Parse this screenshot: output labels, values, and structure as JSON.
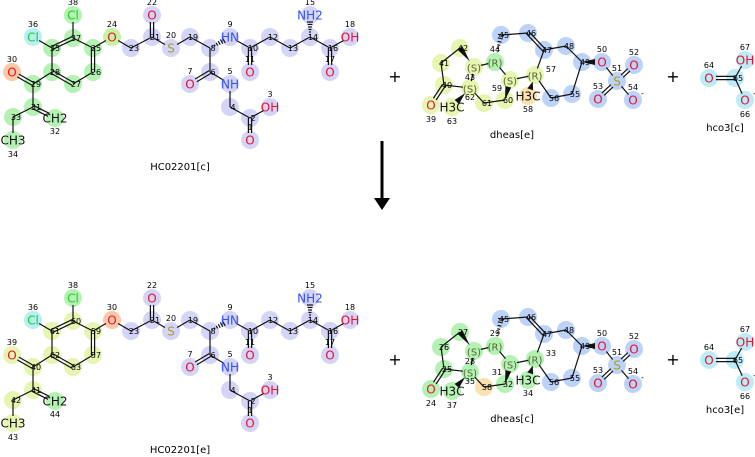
{
  "palette": {
    "g": "#b4f2b4",
    "g2": "#c6f2a4",
    "y": "#e6f5b0",
    "c": "#b8eef8",
    "o": "#fbc8a8",
    "or": "#fbe0b0",
    "l": "#d4d4f8",
    "b": "#bcd2f8",
    "h": "#bdecf8"
  },
  "reaction": {
    "plus": "+",
    "reactants": [
      {
        "name": "HC02201[c]",
        "atoms": [
          [
            "38",
            "Cl",
            "g"
          ],
          [
            "37",
            "",
            "g"
          ],
          [
            "36",
            "Cl",
            "c"
          ],
          [
            "35",
            "",
            "g"
          ],
          [
            "25",
            "",
            "g"
          ],
          [
            "24",
            "O",
            "g2"
          ],
          [
            "28",
            "",
            "g"
          ],
          [
            "26",
            "",
            "g"
          ],
          [
            "27",
            "",
            "g"
          ],
          [
            "29",
            "",
            "g"
          ],
          [
            "30",
            "O",
            "o"
          ],
          [
            "31",
            "",
            "g"
          ],
          [
            "32",
            "CH2",
            "g"
          ],
          [
            "33",
            "",
            "g"
          ],
          [
            "34",
            "CH3",
            "g"
          ],
          [
            "23",
            "",
            "l"
          ],
          [
            "21",
            "",
            "l"
          ],
          [
            "22",
            "O",
            "l"
          ],
          [
            "20",
            "S",
            "l"
          ],
          [
            "19",
            "",
            "l"
          ],
          [
            "8",
            "",
            "l"
          ],
          [
            "9",
            "HN",
            "l"
          ],
          [
            "6",
            "",
            "l"
          ],
          [
            "7",
            "O",
            "l"
          ],
          [
            "5",
            "NH",
            "l"
          ],
          [
            "4",
            "",
            "l"
          ],
          [
            "2",
            "",
            "l"
          ],
          [
            "3",
            "OH",
            "l"
          ],
          [
            "1",
            "O",
            "l"
          ],
          [
            "10",
            "",
            "l"
          ],
          [
            "11",
            "O",
            "l"
          ],
          [
            "12",
            "",
            "l"
          ],
          [
            "13",
            "",
            "l"
          ],
          [
            "14",
            "",
            "l"
          ],
          [
            "15",
            "NH2",
            "l"
          ],
          [
            "16",
            "",
            "l"
          ],
          [
            "17",
            "O",
            "l"
          ],
          [
            "18",
            "OH",
            "l"
          ]
        ]
      },
      {
        "name": "dheas[e]",
        "atoms": [
          [
            "42",
            "",
            "y"
          ],
          [
            "41",
            "",
            "y"
          ],
          [
            "40",
            "",
            "y"
          ],
          [
            "39",
            "O",
            "y"
          ],
          [
            "43",
            "(S)",
            "y"
          ],
          [
            "62",
            "(S)",
            "y"
          ],
          [
            "63",
            "H3C",
            "y"
          ],
          [
            "61",
            "",
            "y"
          ],
          [
            "60",
            "",
            "y"
          ],
          [
            "59",
            "(S)",
            "y"
          ],
          [
            "44",
            "(R)",
            "g"
          ],
          [
            "45",
            "",
            "b"
          ],
          [
            "46",
            "",
            "b"
          ],
          [
            "47",
            "",
            "b"
          ],
          [
            "57",
            "(R)",
            "y"
          ],
          [
            "58",
            "H3C",
            "or"
          ],
          [
            "56",
            "",
            "b"
          ],
          [
            "55",
            "",
            "b"
          ],
          [
            "48",
            "",
            "b"
          ],
          [
            "49",
            "",
            "b"
          ],
          [
            "50",
            "O",
            "b"
          ],
          [
            "51",
            "S",
            "b"
          ],
          [
            "52",
            "O",
            "b"
          ],
          [
            "53",
            "O",
            "b"
          ],
          [
            "54",
            "O",
            "b",
            "-"
          ]
        ]
      },
      {
        "name": "hco3[c]",
        "atoms": [
          [
            "64",
            "O",
            "h"
          ],
          [
            "65",
            "",
            "h"
          ],
          [
            "67",
            "OH",
            "h"
          ],
          [
            "66",
            "O",
            "h",
            "-"
          ]
        ]
      }
    ],
    "products": [
      {
        "name": "HC02201[e]",
        "atoms": [
          [
            "38",
            "Cl",
            "g"
          ],
          [
            "60",
            "",
            "y"
          ],
          [
            "36",
            "Cl",
            "c"
          ],
          [
            "61",
            "",
            "y"
          ],
          [
            "59",
            "",
            "y"
          ],
          [
            "30",
            "O",
            "o"
          ],
          [
            "62",
            "",
            "y"
          ],
          [
            "57",
            "",
            "y"
          ],
          [
            "63",
            "",
            "y"
          ],
          [
            "40",
            "",
            "y"
          ],
          [
            "39",
            "O",
            "y"
          ],
          [
            "41",
            "",
            "y"
          ],
          [
            "44",
            "CH2",
            "g"
          ],
          [
            "42",
            "",
            "y"
          ],
          [
            "43",
            "CH3",
            "y"
          ],
          [
            "23",
            "",
            "l"
          ],
          [
            "21",
            "",
            "l"
          ],
          [
            "22",
            "O",
            "l"
          ],
          [
            "20",
            "S",
            "l"
          ],
          [
            "19",
            "",
            "l"
          ],
          [
            "8",
            "",
            "l"
          ],
          [
            "9",
            "HN",
            "l"
          ],
          [
            "6",
            "",
            "l"
          ],
          [
            "7",
            "O",
            "l"
          ],
          [
            "5",
            "NH",
            "l"
          ],
          [
            "4",
            "",
            "l"
          ],
          [
            "2",
            "",
            "l"
          ],
          [
            "3",
            "OH",
            "l"
          ],
          [
            "1",
            "O",
            "l"
          ],
          [
            "10",
            "",
            "l"
          ],
          [
            "11",
            "O",
            "l"
          ],
          [
            "12",
            "",
            "l"
          ],
          [
            "13",
            "",
            "l"
          ],
          [
            "14",
            "",
            "l"
          ],
          [
            "15",
            "NH2",
            "l"
          ],
          [
            "16",
            "",
            "l"
          ],
          [
            "17",
            "O",
            "l"
          ],
          [
            "18",
            "OH",
            "l"
          ]
        ]
      },
      {
        "name": "dheas[c]",
        "atoms": [
          [
            "27",
            "",
            "g"
          ],
          [
            "26",
            "",
            "g"
          ],
          [
            "25",
            "",
            "g"
          ],
          [
            "24",
            "O",
            "g"
          ],
          [
            "28",
            "(S)",
            "g"
          ],
          [
            "35",
            "(S)",
            "g"
          ],
          [
            "37",
            "H3C",
            "g"
          ],
          [
            "58",
            "",
            "or"
          ],
          [
            "32",
            "",
            "g"
          ],
          [
            "31",
            "(S)",
            "g"
          ],
          [
            "29",
            "(R)",
            "g"
          ],
          [
            "45",
            "",
            "b"
          ],
          [
            "46",
            "",
            "b"
          ],
          [
            "47",
            "",
            "b"
          ],
          [
            "33",
            "(R)",
            "g"
          ],
          [
            "34",
            "H3C",
            "g"
          ],
          [
            "56",
            "",
            "b"
          ],
          [
            "55",
            "",
            "b"
          ],
          [
            "48",
            "",
            "b"
          ],
          [
            "49",
            "",
            "b"
          ],
          [
            "50",
            "O",
            "b"
          ],
          [
            "51",
            "S",
            "b"
          ],
          [
            "52",
            "O",
            "b"
          ],
          [
            "53",
            "O",
            "b"
          ],
          [
            "54",
            "O",
            "b",
            "-"
          ]
        ]
      },
      {
        "name": "hco3[e]",
        "atoms": [
          [
            "64",
            "O",
            "h"
          ],
          [
            "65",
            "",
            "h"
          ],
          [
            "67",
            "OH",
            "h"
          ],
          [
            "66",
            "O",
            "h",
            "-"
          ]
        ]
      }
    ]
  }
}
